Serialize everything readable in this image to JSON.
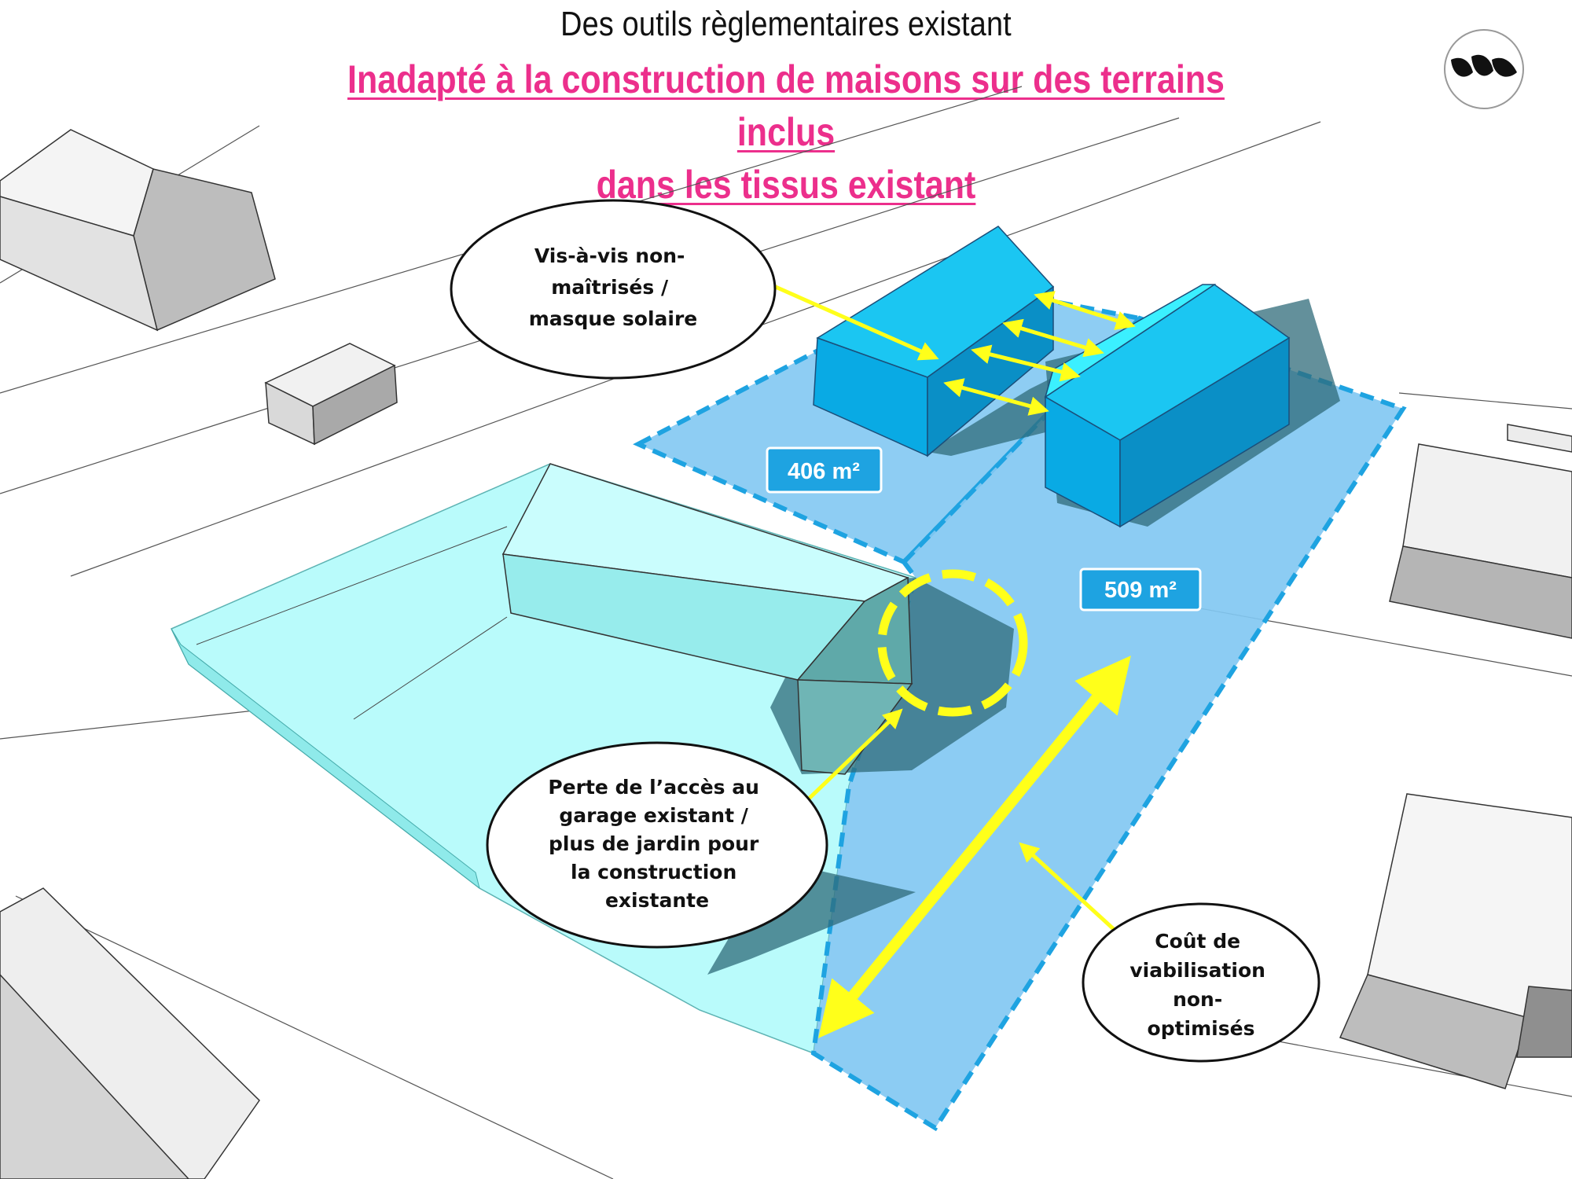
{
  "header": {
    "title": "Des outils règlementaires existant",
    "subtitle_lines": [
      "Inadapté à la construction de maisons sur des terrains inclus",
      "dans les tissus existant"
    ]
  },
  "logo": {
    "icon": "leaf-logo-icon"
  },
  "parcels": [
    {
      "area_label": "406 m²"
    },
    {
      "area_label": "509 m²"
    }
  ],
  "callouts": {
    "vis_a_vis": [
      "Vis-à-vis non-",
      "maîtrisés /",
      "masque solaire"
    ],
    "garage": [
      "Perte de l’accès au",
      "garage existant /",
      "plus de jardin pour",
      "la construction",
      "existante"
    ],
    "cout": [
      "Coût de",
      "viabilisation",
      "non-",
      "optimisés"
    ]
  },
  "colors": {
    "accent_pink": "#ec2f8c",
    "arrow_yellow": "#ffff1a",
    "parcel_blue": "#82c8f2",
    "parcel_border": "#1ea3e1",
    "new_house_blue": "#0aa9e3",
    "existing_plot_cyan": "#b9fbfb"
  }
}
